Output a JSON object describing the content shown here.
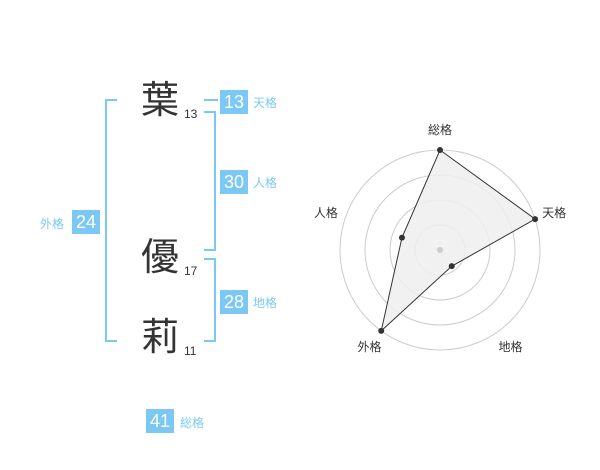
{
  "name_chars": [
    {
      "char": "葉",
      "strokes": "13"
    },
    {
      "char": "優",
      "strokes": "17"
    },
    {
      "char": "莉",
      "strokes": "11"
    }
  ],
  "fortunes": {
    "tenkaku": {
      "value": "13",
      "label": "天格"
    },
    "jinkaku": {
      "value": "30",
      "label": "人格"
    },
    "chikaku": {
      "value": "28",
      "label": "地格"
    },
    "gaikaku": {
      "value": "24",
      "label": "外格"
    },
    "soukaku": {
      "value": "41",
      "label": "総格"
    }
  },
  "chart_data": {
    "type": "radar",
    "axes": [
      "総格",
      "天格",
      "地格",
      "外格",
      "人格"
    ],
    "values": [
      5,
      5,
      1,
      5,
      2
    ],
    "max": 5,
    "rings": 4,
    "colors": {
      "fill": "#eeeeee",
      "line": "#333333",
      "grid": "#cccccc"
    }
  }
}
